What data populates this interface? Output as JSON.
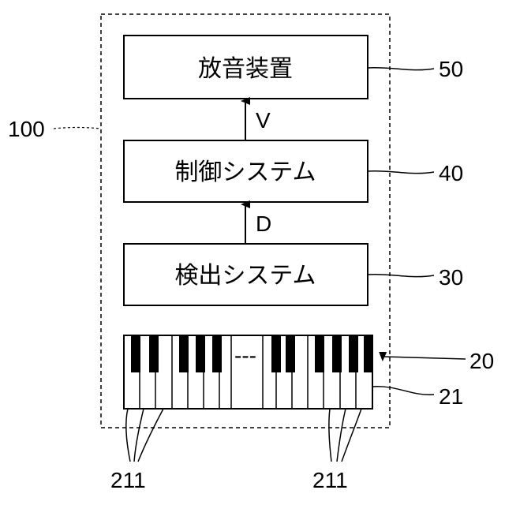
{
  "system": {
    "ref": "100"
  },
  "blocks": {
    "sound_device": {
      "label": "放音装置",
      "ref": "50"
    },
    "control_system": {
      "label": "制御システム",
      "ref": "40"
    },
    "detection_system": {
      "label": "検出システム",
      "ref": "30"
    }
  },
  "signals": {
    "v": "V",
    "d": "D"
  },
  "keyboard": {
    "instrument_ref": "20",
    "keyboard_ref": "21",
    "key_ref_left": "211",
    "key_ref_right": "211",
    "ellipsis": "---"
  }
}
